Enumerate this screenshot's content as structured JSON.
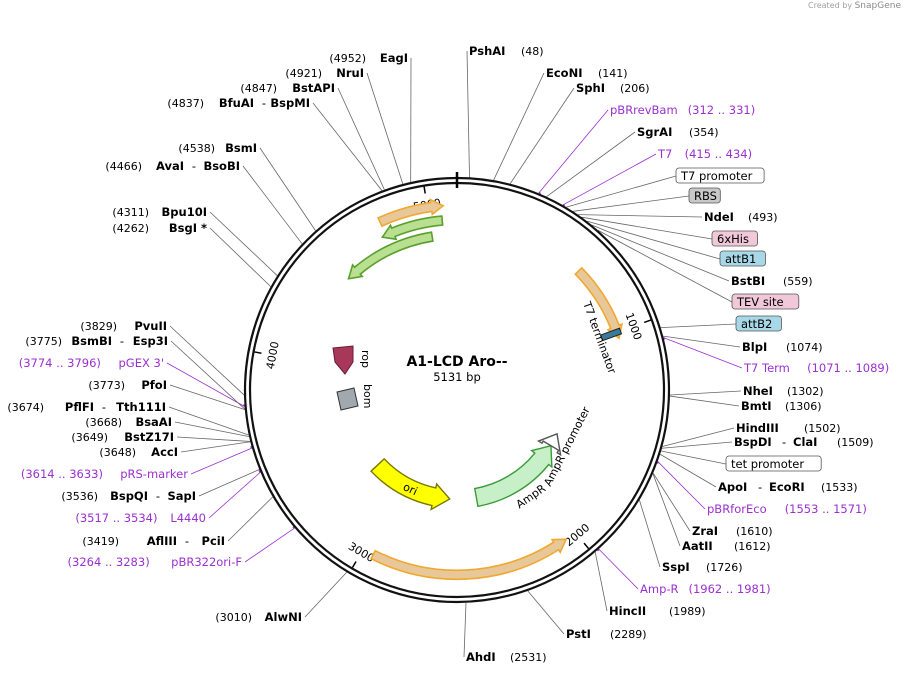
{
  "watermark": {
    "prefix": "Created by",
    "brand": "SnapGene"
  },
  "plasmid": {
    "name": "A1-LCD Aro--",
    "size_label": "5131 bp",
    "length": 5131
  },
  "ticks": [
    {
      "bp": 1000,
      "label": "1000"
    },
    {
      "bp": 2000,
      "label": "2000"
    },
    {
      "bp": 3000,
      "label": "3000"
    },
    {
      "bp": 4000,
      "label": "4000"
    },
    {
      "bp": 5000,
      "label": "5000"
    }
  ],
  "right_labels": [
    {
      "type": "site",
      "bp": 48,
      "enzyme": "PshAI",
      "pos": "(48)"
    },
    {
      "type": "site",
      "bp": 141,
      "enzyme": "EcoNI",
      "pos": "(141)"
    },
    {
      "type": "site",
      "bp": 206,
      "enzyme": "SphI",
      "pos": "(206)"
    },
    {
      "type": "primer",
      "bp": 321,
      "name": "pBRrevBam",
      "pos": "(312 .. 331)"
    },
    {
      "type": "site",
      "bp": 354,
      "enzyme": "SgrAI",
      "pos": "(354)"
    },
    {
      "type": "primer",
      "bp": 424,
      "name": "T7",
      "pos": "(415 .. 434)"
    },
    {
      "type": "box",
      "bp": 440,
      "name": "T7 promoter",
      "color": "#ffffff"
    },
    {
      "type": "box",
      "bp": 470,
      "name": "RBS",
      "color": "#c8c8c8"
    },
    {
      "type": "site",
      "bp": 493,
      "enzyme": "NdeI",
      "pos": "(493)"
    },
    {
      "type": "box",
      "bp": 510,
      "name": "6xHis",
      "color": "#f0c8d8"
    },
    {
      "type": "box",
      "bp": 535,
      "name": "attB1",
      "color": "#a8d8e8"
    },
    {
      "type": "site",
      "bp": 559,
      "enzyme": "BstBI",
      "pos": "(559)"
    },
    {
      "type": "box",
      "bp": 590,
      "name": "TEV site",
      "color": "#f0c8d8"
    },
    {
      "type": "box",
      "bp": 1040,
      "name": "attB2",
      "color": "#a8d8e8"
    },
    {
      "type": "site",
      "bp": 1074,
      "enzyme": "BlpI",
      "pos": "(1074)"
    },
    {
      "type": "primer",
      "bp": 1080,
      "name": "T7 Term",
      "pos": "(1071 .. 1089)"
    },
    {
      "type": "site",
      "bp": 1302,
      "enzyme": "NheI",
      "pos": "(1302)"
    },
    {
      "type": "site",
      "bp": 1306,
      "enzyme": "BmtI",
      "pos": "(1306)"
    },
    {
      "type": "site",
      "bp": 1502,
      "enzyme": "HindIII",
      "pos": "(1502)"
    },
    {
      "type": "site",
      "bp": 1509,
      "enzyme": "BspDI",
      "enzyme2": "ClaI",
      "pos": "(1509)"
    },
    {
      "type": "box",
      "bp": 1520,
      "name": "tet promoter",
      "color": "#ffffff"
    },
    {
      "type": "site",
      "bp": 1533,
      "enzyme": "ApoI",
      "enzyme2": "EcoRI",
      "pos": "(1533)"
    },
    {
      "type": "primer",
      "bp": 1562,
      "name": "pBRforEco",
      "pos": "(1553 .. 1571)"
    },
    {
      "type": "site",
      "bp": 1610,
      "enzyme": "ZraI",
      "pos": "(1610)"
    },
    {
      "type": "site",
      "bp": 1612,
      "enzyme": "AatII",
      "pos": "(1612)"
    },
    {
      "type": "site",
      "bp": 1726,
      "enzyme": "SspI",
      "pos": "(1726)"
    },
    {
      "type": "primer",
      "bp": 1971,
      "name": "Amp-R",
      "pos": "(1962 .. 1981)"
    },
    {
      "type": "site",
      "bp": 1989,
      "enzyme": "HincII",
      "pos": "(1989)"
    },
    {
      "type": "site",
      "bp": 2289,
      "enzyme": "PstI",
      "pos": "(2289)"
    },
    {
      "type": "site",
      "bp": 2531,
      "enzyme": "AhdI",
      "pos": "(2531)"
    }
  ],
  "left_labels": [
    {
      "type": "site",
      "bp": 3010,
      "enzyme": "AlwNI",
      "pos": "(3010)"
    },
    {
      "type": "primer",
      "bp": 3273,
      "name": "pBR322ori-F",
      "pos": "(3264 .. 3283)"
    },
    {
      "type": "site",
      "bp": 3419,
      "enzyme": "AflIII",
      "enzyme2": "PciI",
      "pos": "(3419)"
    },
    {
      "type": "primer",
      "bp": 3525,
      "name": "L4440",
      "pos": "(3517 .. 3534)"
    },
    {
      "type": "site",
      "bp": 3536,
      "enzyme": "BspQI",
      "enzyme2": "SapI",
      "pos": "(3536)"
    },
    {
      "type": "primer",
      "bp": 3623,
      "name": "pRS-marker",
      "pos": "(3614 .. 3633)"
    },
    {
      "type": "site",
      "bp": 3648,
      "enzyme": "AccI",
      "pos": "(3648)"
    },
    {
      "type": "site",
      "bp": 3649,
      "enzyme": "BstZ17I",
      "pos": "(3649)"
    },
    {
      "type": "site",
      "bp": 3668,
      "enzyme": "BsaAI",
      "pos": "(3668)"
    },
    {
      "type": "site",
      "bp": 3674,
      "enzyme": "PflFI",
      "enzyme2": "Tth111I",
      "pos": "(3674)"
    },
    {
      "type": "site",
      "bp": 3773,
      "enzyme": "PfoI",
      "pos": "(3773)"
    },
    {
      "type": "primer",
      "bp": 3785,
      "name": "pGEX 3'",
      "pos": "(3774 .. 3796)"
    },
    {
      "type": "site",
      "bp": 3775,
      "enzyme": "BsmBI",
      "enzyme2": "Esp3I",
      "pos": "(3775)"
    },
    {
      "type": "site",
      "bp": 3829,
      "enzyme": "PvuII",
      "pos": "(3829)"
    },
    {
      "type": "site",
      "bp": 4262,
      "enzyme": "BsgI *",
      "pos": "(4262)"
    },
    {
      "type": "site",
      "bp": 4311,
      "enzyme": "Bpu10I",
      "pos": "(4311)"
    },
    {
      "type": "site",
      "bp": 4466,
      "enzyme": "AvaI",
      "enzyme2": "BsoBI",
      "pos": "(4466)"
    },
    {
      "type": "site",
      "bp": 4538,
      "enzyme": "BsmI",
      "pos": "(4538)"
    },
    {
      "type": "site",
      "bp": 4837,
      "enzyme": "BfuAI",
      "enzyme2": "BspMI",
      "pos": "(4837)"
    },
    {
      "type": "site",
      "bp": 4847,
      "enzyme": "BstAPI",
      "pos": "(4847)"
    },
    {
      "type": "site",
      "bp": 4921,
      "enzyme": "NruI",
      "pos": "(4921)"
    },
    {
      "type": "site",
      "bp": 4952,
      "enzyme": "EagI",
      "pos": "(4952)"
    }
  ],
  "features": [
    {
      "name": "",
      "start": 4780,
      "end": 5070,
      "r": 0.88,
      "dir": 1,
      "color": "#f0a830",
      "fill": "#e8c898"
    },
    {
      "name": "",
      "start": 4760,
      "end": 5060,
      "r": 0.81,
      "dir": -1,
      "color": "#5aa02c",
      "fill": "#b8e090"
    },
    {
      "name": "",
      "start": 4500,
      "end": 5000,
      "r": 0.74,
      "dir": -1,
      "color": "#5aa02c",
      "fill": "#b8e090"
    },
    {
      "name": "",
      "start": 650,
      "end": 1030,
      "r": 0.81,
      "dir": 1,
      "color": "#f0a830",
      "fill": "#e8c898"
    },
    {
      "name": "",
      "start": 2050,
      "end": 2950,
      "r": 0.88,
      "dir": -1,
      "color": "#f0a830",
      "fill": "#e8c898"
    }
  ],
  "inner_features": [
    {
      "name": "AmpR",
      "start": 1720,
      "end": 2420,
      "r": 0.52,
      "dir": -1,
      "color": "#3a9a3a",
      "fill": "#c8f0c8",
      "label": "AmpR"
    },
    {
      "name": "AmpR promoter",
      "start": 1620,
      "end": 1720,
      "r": 0.52,
      "dir": -1,
      "color": "#555",
      "fill": "#fff",
      "label": "AmpR promoter"
    },
    {
      "name": "ori",
      "start": 2620,
      "end": 3230,
      "r": 0.52,
      "dir": -1,
      "color": "#777700",
      "fill": "#ffff00",
      "label": "ori"
    },
    {
      "name": "T7 terminator",
      "start": 900,
      "end": 1090,
      "r": 0.62,
      "dir": 1,
      "color": "#333",
      "fill": "#ffffff",
      "label": "T7 terminator"
    }
  ],
  "small_features": [
    {
      "name": "rop",
      "label": "rop",
      "color": "#a8385a"
    },
    {
      "name": "bom",
      "label": "bom",
      "color": "#a0a8b0"
    }
  ]
}
